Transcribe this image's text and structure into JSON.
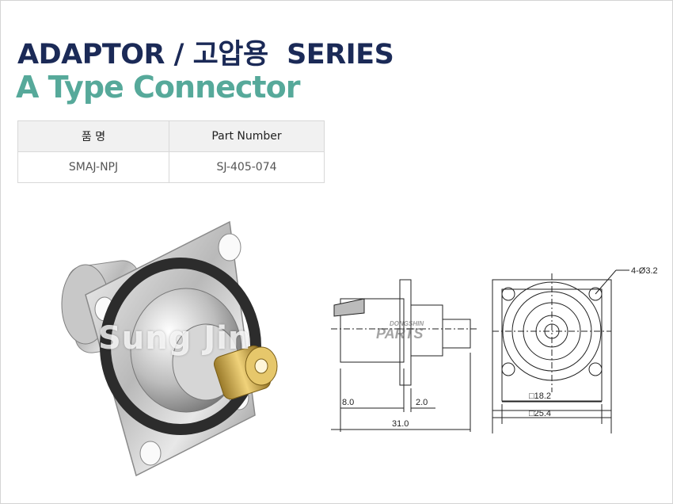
{
  "header": {
    "series_title": "ADAPTOR / 고압용  SERIES",
    "product_title": "A Type Connector"
  },
  "spec_table": {
    "headers": [
      "품 명",
      "Part Number"
    ],
    "rows": [
      [
        "SMAJ-NPJ",
        "SJ-405-074"
      ]
    ]
  },
  "photo": {
    "watermark": "Sung Jin"
  },
  "drawing": {
    "hole_callout": "4-Ø3.2",
    "dim_left": "8.0",
    "dim_flange": "2.0",
    "dim_total": "31.0",
    "dim_inner_square": "□18.2",
    "dim_outer_square": "□25.4",
    "logo_small": "DONGSHIN",
    "logo_large": "PARTS"
  },
  "colors": {
    "navy": "#1b2a57",
    "teal": "#56a99a"
  }
}
